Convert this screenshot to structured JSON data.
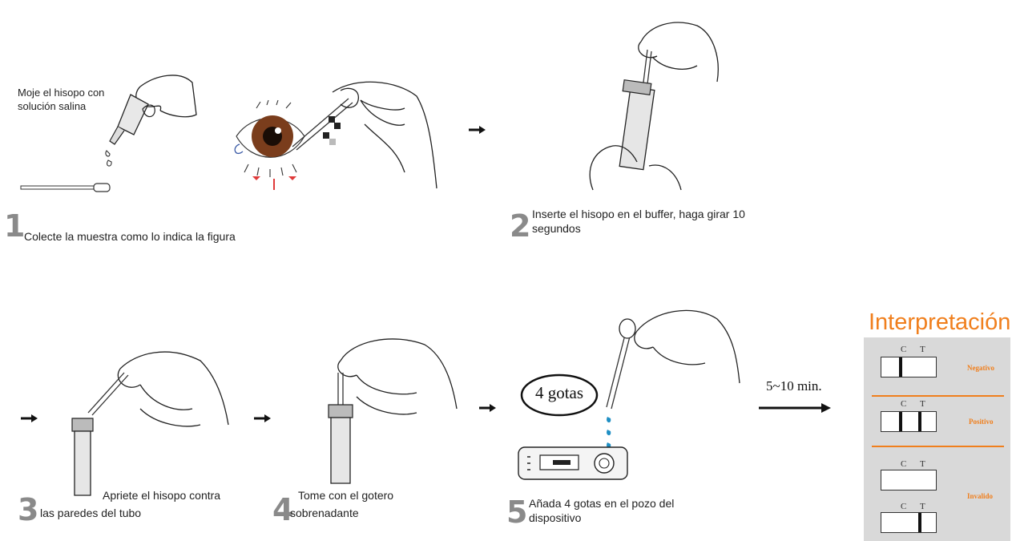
{
  "step1": {
    "number": "1",
    "caption": "Colecte la muestra como lo indica la figura",
    "note": "Moje el hisopo con solución salina",
    "note_line1": "Moje el hisopo con",
    "note_line2": "solución salina"
  },
  "step2": {
    "number": "2",
    "caption_line1": "Inserte el hisopo en el buffer, haga girar 10",
    "caption_line2": "segundos"
  },
  "step3": {
    "number": "3",
    "caption_line1": "Apriete el hisopo contra",
    "caption_line2": "las paredes del tubo"
  },
  "step4": {
    "number": "4",
    "caption_line1": "Tome con el gotero",
    "caption_line2": "sobrenadante"
  },
  "step5": {
    "number": "5",
    "caption_line1": "Añada 4 gotas en el pozo del",
    "caption_line2": "dispositivo",
    "drops_label": "4 gotas"
  },
  "timer": "5~10 min.",
  "interpretation": {
    "title": "Interpretación",
    "results": [
      {
        "label": "Negativo",
        "c": "C",
        "t": "T"
      },
      {
        "label": "Positivo",
        "c": "C",
        "t": "T"
      },
      {
        "label": "Invalido",
        "c": "C",
        "t": "T"
      }
    ]
  },
  "colors": {
    "accent": "#f07f1d",
    "panel": "#d9d9d9",
    "step_number": "#8a8a8a",
    "eye_iris": "#7a3d1c",
    "drop": "#1f8fc4"
  },
  "icons": [
    "hand-icon",
    "dropper-bottle-icon",
    "swab-icon",
    "eye-icon",
    "tube-icon",
    "dropper-icon",
    "test-cassette-icon",
    "arrow-icon"
  ]
}
